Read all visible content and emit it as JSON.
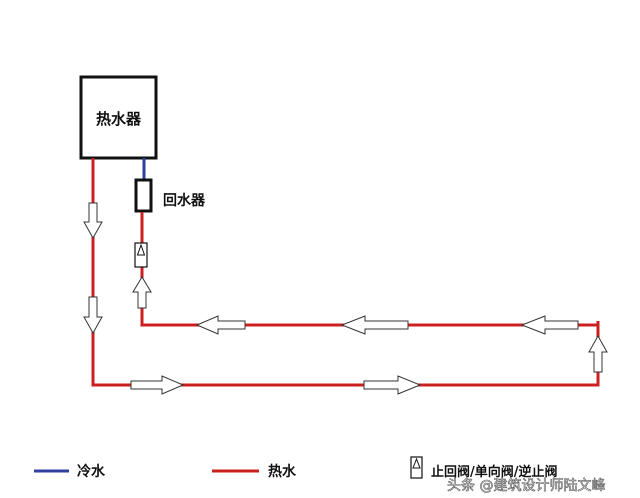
{
  "heater": {
    "label": "热水器"
  },
  "return_device": {
    "label": "回水器"
  },
  "legend": {
    "cold_water": "冷水",
    "hot_water": "热水",
    "valve": "止回阀/单向阀/逆止阀"
  },
  "watermark": "头条 @建筑设计师陆文峰",
  "colors": {
    "hot_pipe": "#cc2020",
    "cold_pipe": "#3040a0",
    "outline": "#111111"
  }
}
